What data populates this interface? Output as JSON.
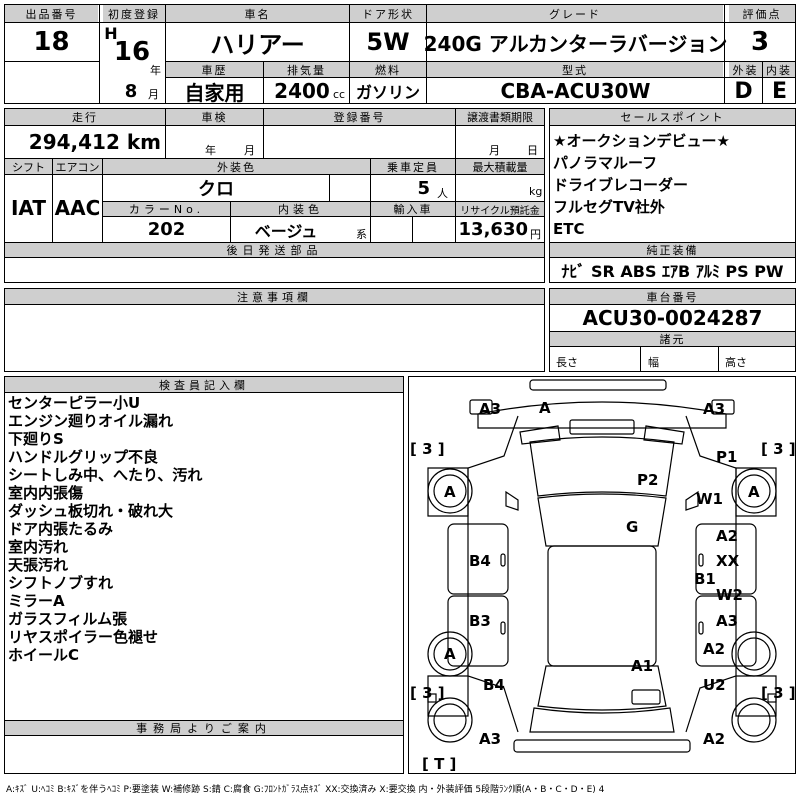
{
  "header": {
    "lot_label": "出品番号",
    "lot_value": "18",
    "first_reg_label": "初度登録",
    "era_letter": "H",
    "year": "16",
    "year_unit": "年",
    "month": "8",
    "month_unit": "月",
    "name_label": "車名",
    "name_value": "ハリアー",
    "door_label": "ドア形状",
    "door_value": "5W",
    "grade_label": "グレード",
    "grade_value": "240G アルカンターラバージョン",
    "score_label": "評価点",
    "score_value": "3",
    "history_label": "車歴",
    "history_value": "自家用",
    "displacement_label": "排気量",
    "displacement_value": "2400",
    "displacement_unit": "cc",
    "fuel_label": "燃料",
    "fuel_value": "ガソリン",
    "model_label": "型式",
    "model_value": "CBA-ACU30W",
    "exterior_label": "外装",
    "exterior_value": "D",
    "interior_label": "内装",
    "interior_value": "E"
  },
  "row2": {
    "mileage_label": "走行",
    "mileage_value": "294,412",
    "mileage_unit": "km",
    "inspection_label": "車検",
    "inspection_year": "年",
    "inspection_month": "月",
    "reg_no_label": "登録番号",
    "transfer_label": "譲渡書類期限",
    "transfer_month": "月",
    "transfer_day": "日",
    "shift_label": "シフト",
    "shift_value": "IAT",
    "ac_label": "エアコン",
    "ac_value": "AAC",
    "ext_color_label": "外装色",
    "ext_color_value": "クロ",
    "capacity_label": "乗車定員",
    "capacity_value": "5",
    "capacity_unit": "人",
    "max_load_label": "最大積載量",
    "max_load_unit": "kg",
    "color_no_label": "カラーNo.",
    "color_no_value": "202",
    "int_color_label": "内装色",
    "int_color_value": "ベージュ",
    "int_color_suffix": "系",
    "import_label": "輸入車",
    "recycle_label": "リサイクル預託金",
    "recycle_value": "13,630",
    "recycle_unit": "円",
    "later_parts_label": "後日発送部品"
  },
  "sales_points": {
    "label": "セールスポイント",
    "items": [
      "★オークションデビュー★",
      "パノラマルーフ",
      "ドライブレコーダー",
      "フルセグTV社外",
      "ETC"
    ]
  },
  "equipment": {
    "label": "純正装備",
    "value": "ﾅﾋﾞ SR ABS ｴｱB ｱﾙﾐ PS PW"
  },
  "notes": {
    "label": "注意事項欄"
  },
  "chassis": {
    "label": "車台番号",
    "value": "ACU30-0024287",
    "dims_label": "諸元",
    "length_label": "長さ",
    "width_label": "幅",
    "height_label": "高さ"
  },
  "inspector": {
    "label": "検査員記入欄",
    "lines": [
      "センターピラー小U",
      "エンジン廻りオイル漏れ",
      "下廻りS",
      "ハンドルグリップ不良",
      "シートしみ中、へたり、汚れ",
      "室内内張傷",
      "ダッシュ板切れ・破れ大",
      "ドア内張たるみ",
      "室内汚れ",
      "天張汚れ",
      "シフトノブすれ",
      "ミラーA",
      "ガラスフィルム張",
      "リヤスポイラー色褪せ",
      "ホイールC"
    ]
  },
  "office": {
    "label": "事務局よりご案内"
  },
  "diagram": {
    "top_left": "A3",
    "top_center": "A",
    "top_right": "A3",
    "tire_fl": "[ 3 ]",
    "tire_fr": "[ 3 ]",
    "tire_rl": "[ 3 ]",
    "tire_rr": "[ 3 ]",
    "wheel_fl": "A",
    "wheel_fr": "A",
    "wheel_rl": "A",
    "p1": "P1",
    "p2": "P2",
    "w1": "W1",
    "g": "G",
    "a2_front": "A2",
    "xx": "XX",
    "b1": "B1",
    "w2": "W2",
    "a3_side": "A3",
    "b4_front": "B4",
    "b3": "B3",
    "a1": "A1",
    "a2_rear": "A2",
    "b4_rear": "B4",
    "u2": "U2",
    "bottom_left": "A3",
    "bottom_right": "A2",
    "spare": "[ T ]"
  },
  "legend": "A:ｷｽﾞ U:ﾍｺﾐ B:ｷｽﾞを伴うﾍｺﾐ P:要塗装 W:補修跡 S:錆 C:腐食 G:ﾌﾛﾝﾄｶﾞﾗｽ点ｷｽﾞ XX:交換済み X:要交換 内・外装評価 5段階ﾗﾝｸ順(A・B・C・D・E) 4"
}
